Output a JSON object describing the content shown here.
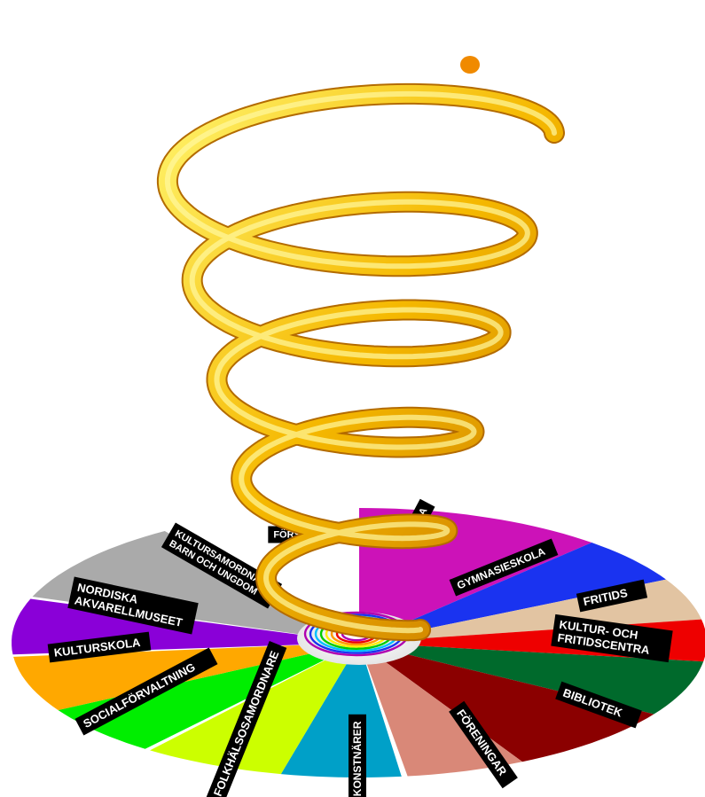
{
  "diagram": {
    "segments": [
      {
        "key": "skola",
        "label": "SKOLA",
        "color": "#cc12b8"
      },
      {
        "key": "gymnasieskola",
        "label": "GYMNASIESKOLA",
        "color": "#1a33f0"
      },
      {
        "key": "fritids",
        "label": "FRITIDS",
        "color": "#e2c4a2"
      },
      {
        "key": "kultur-fritidscentra",
        "label": "KULTUR- OCH FRITIDSCENTRA",
        "lines": [
          "KULTUR- OCH",
          "FRITIDSCENTRA"
        ],
        "color": "#ee0000"
      },
      {
        "key": "bibliotek",
        "label": "BIBLIOTEK",
        "color": "#006a2c"
      },
      {
        "key": "foreningar",
        "label": "FÖRENINGAR",
        "color": "#8b0000"
      },
      {
        "key": "konstnarer",
        "label": "KONSTNÄRER",
        "color": "#d98878"
      },
      {
        "key": "folkhalsosamordnare",
        "label": "FOLKHÄLSOSAMORDNARE",
        "color": "#00a0c8"
      },
      {
        "key": "socialforvaltning",
        "label": "SOCIALFÖRVALTNING",
        "color": "#ccff00"
      },
      {
        "key": "kulturskola",
        "label": "KULTURSKOLA",
        "color": "#00ee00"
      },
      {
        "key": "nordiska-akvarellmuseet",
        "label": "NORDISKA AKVARELLMUSEET",
        "lines": [
          "NORDISKA",
          "AKVARELLMUSEET"
        ],
        "color": "#ffa800"
      },
      {
        "key": "kultursamordnare",
        "label": "KULTURSAMORDNARE BARN OCH UNGDOM",
        "lines": [
          "KULTURSAMORDNARE",
          "BARN OCH UNGDOM"
        ],
        "color": "#8a00d8"
      },
      {
        "key": "forskola",
        "label": "FÖRSKOLA",
        "color": "#aaaaaa"
      }
    ],
    "spring_color": "#f5b800"
  }
}
